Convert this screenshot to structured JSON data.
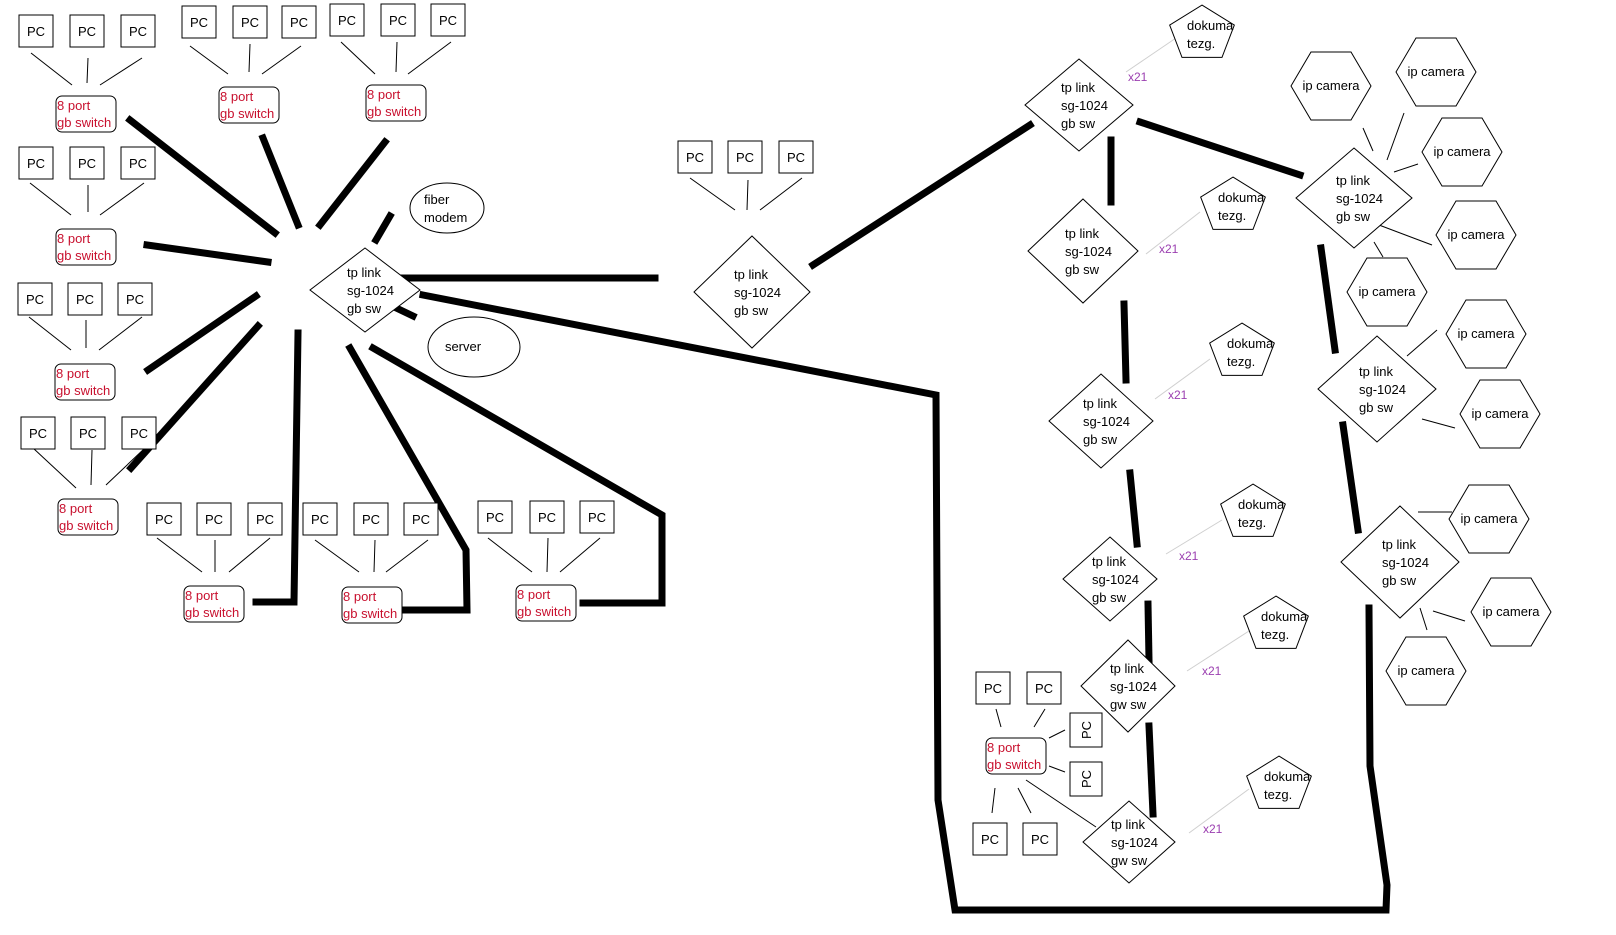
{
  "labels": {
    "pc": "PC",
    "switch8": [
      "8 port",
      "gb switch"
    ],
    "tplink": [
      "tp link",
      "sg-1024",
      "gb sw"
    ],
    "tplink_gw": [
      "tp link",
      "sg-1024",
      "gw sw"
    ],
    "dokuma": [
      "dokuma",
      "tezg."
    ],
    "ip_camera": "ip camera",
    "x21": "x21",
    "fiber_modem": [
      "fiber",
      "modem"
    ],
    "server": "server"
  },
  "colors": {
    "switch_text": "#c8102e",
    "link_text": "#9b3fb0",
    "line": "#000000"
  }
}
